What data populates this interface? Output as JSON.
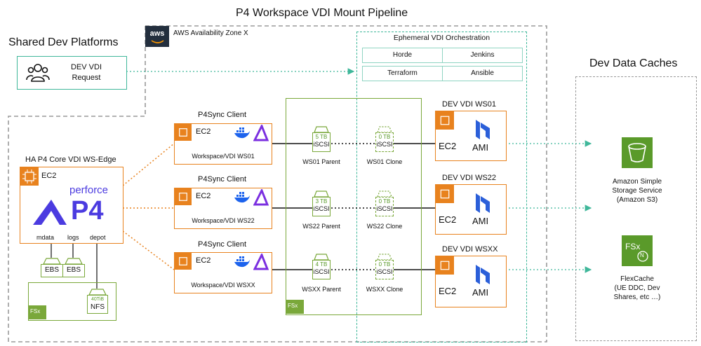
{
  "title": "P4 Workspace VDI Mount Pipeline",
  "shared_platforms": {
    "title": "Shared Dev Platforms",
    "request_line1": "DEV VDI",
    "request_line2": "Request"
  },
  "aws": {
    "logo": "aws",
    "zone_label": "AWS Availability Zone X"
  },
  "orchestration": {
    "title": "Ephemeral VDI Orchestration",
    "tools": [
      "Horde",
      "Jenkins",
      "Terraform",
      "Ansible"
    ]
  },
  "caches": {
    "title": "Dev Data Caches",
    "s3_line1": "Amazon Simple",
    "s3_line2": "Storage Service",
    "s3_line3": "(Amazon S3)",
    "fsx_badge": "FSx",
    "fsx_badge_sub": "N",
    "flex_line1": "FlexCache",
    "flex_line2": "(UE DDC, Dev",
    "flex_line3": "Shares, etc …)"
  },
  "core": {
    "title": "HA P4 Core VDI WS-Edge",
    "ec2": "EC2",
    "brand": "perforce",
    "product": "P4",
    "volumes": [
      "mdata",
      "logs",
      "depot"
    ],
    "ebs": "EBS",
    "nfs_size": "40TiB",
    "nfs": "NFS",
    "fsx_tag": "FSx"
  },
  "clients": [
    {
      "title": "P4Sync Client",
      "ec2": "EC2",
      "workspace": "Workspace/VDI WS01"
    },
    {
      "title": "P4Sync Client",
      "ec2": "EC2",
      "workspace": "Workspace/VDI WS22"
    },
    {
      "title": "P4Sync Client",
      "ec2": "EC2",
      "workspace": "Workspace/VDI WSXX"
    }
  ],
  "volumes": [
    {
      "parent_size": "5 TB",
      "parent_proto": "iSCSI",
      "parent_label": "WS01 Parent",
      "clone_size": "0 TB",
      "clone_proto": "iSCSI",
      "clone_label": "WS01 Clone"
    },
    {
      "parent_size": "3 TB",
      "parent_proto": "iSCSI",
      "parent_label": "WS22 Parent",
      "clone_size": "0 TB",
      "clone_proto": "iSCSI",
      "clone_label": "WS22 Clone"
    },
    {
      "parent_size": "4 TB",
      "parent_proto": "iSCSI",
      "parent_label": "WSXX Parent",
      "clone_size": "0 TB",
      "clone_proto": "iSCSI",
      "clone_label": "WSXX Clone"
    }
  ],
  "fsx_group_tag": "FSx",
  "vdis": [
    {
      "title": "DEV VDI WS01",
      "ec2": "EC2",
      "ami": "AMI"
    },
    {
      "title": "DEV VDI WS22",
      "ec2": "EC2",
      "ami": "AMI"
    },
    {
      "title": "DEV VDI WSXX",
      "ec2": "EC2",
      "ami": "AMI"
    }
  ],
  "colors": {
    "orange": "#e8821e",
    "green": "#7aa83a",
    "teal": "#3fb79a",
    "perforce": "#4b3be0",
    "docker": "#1d63ed",
    "nutanix": "#2b5fd9"
  }
}
